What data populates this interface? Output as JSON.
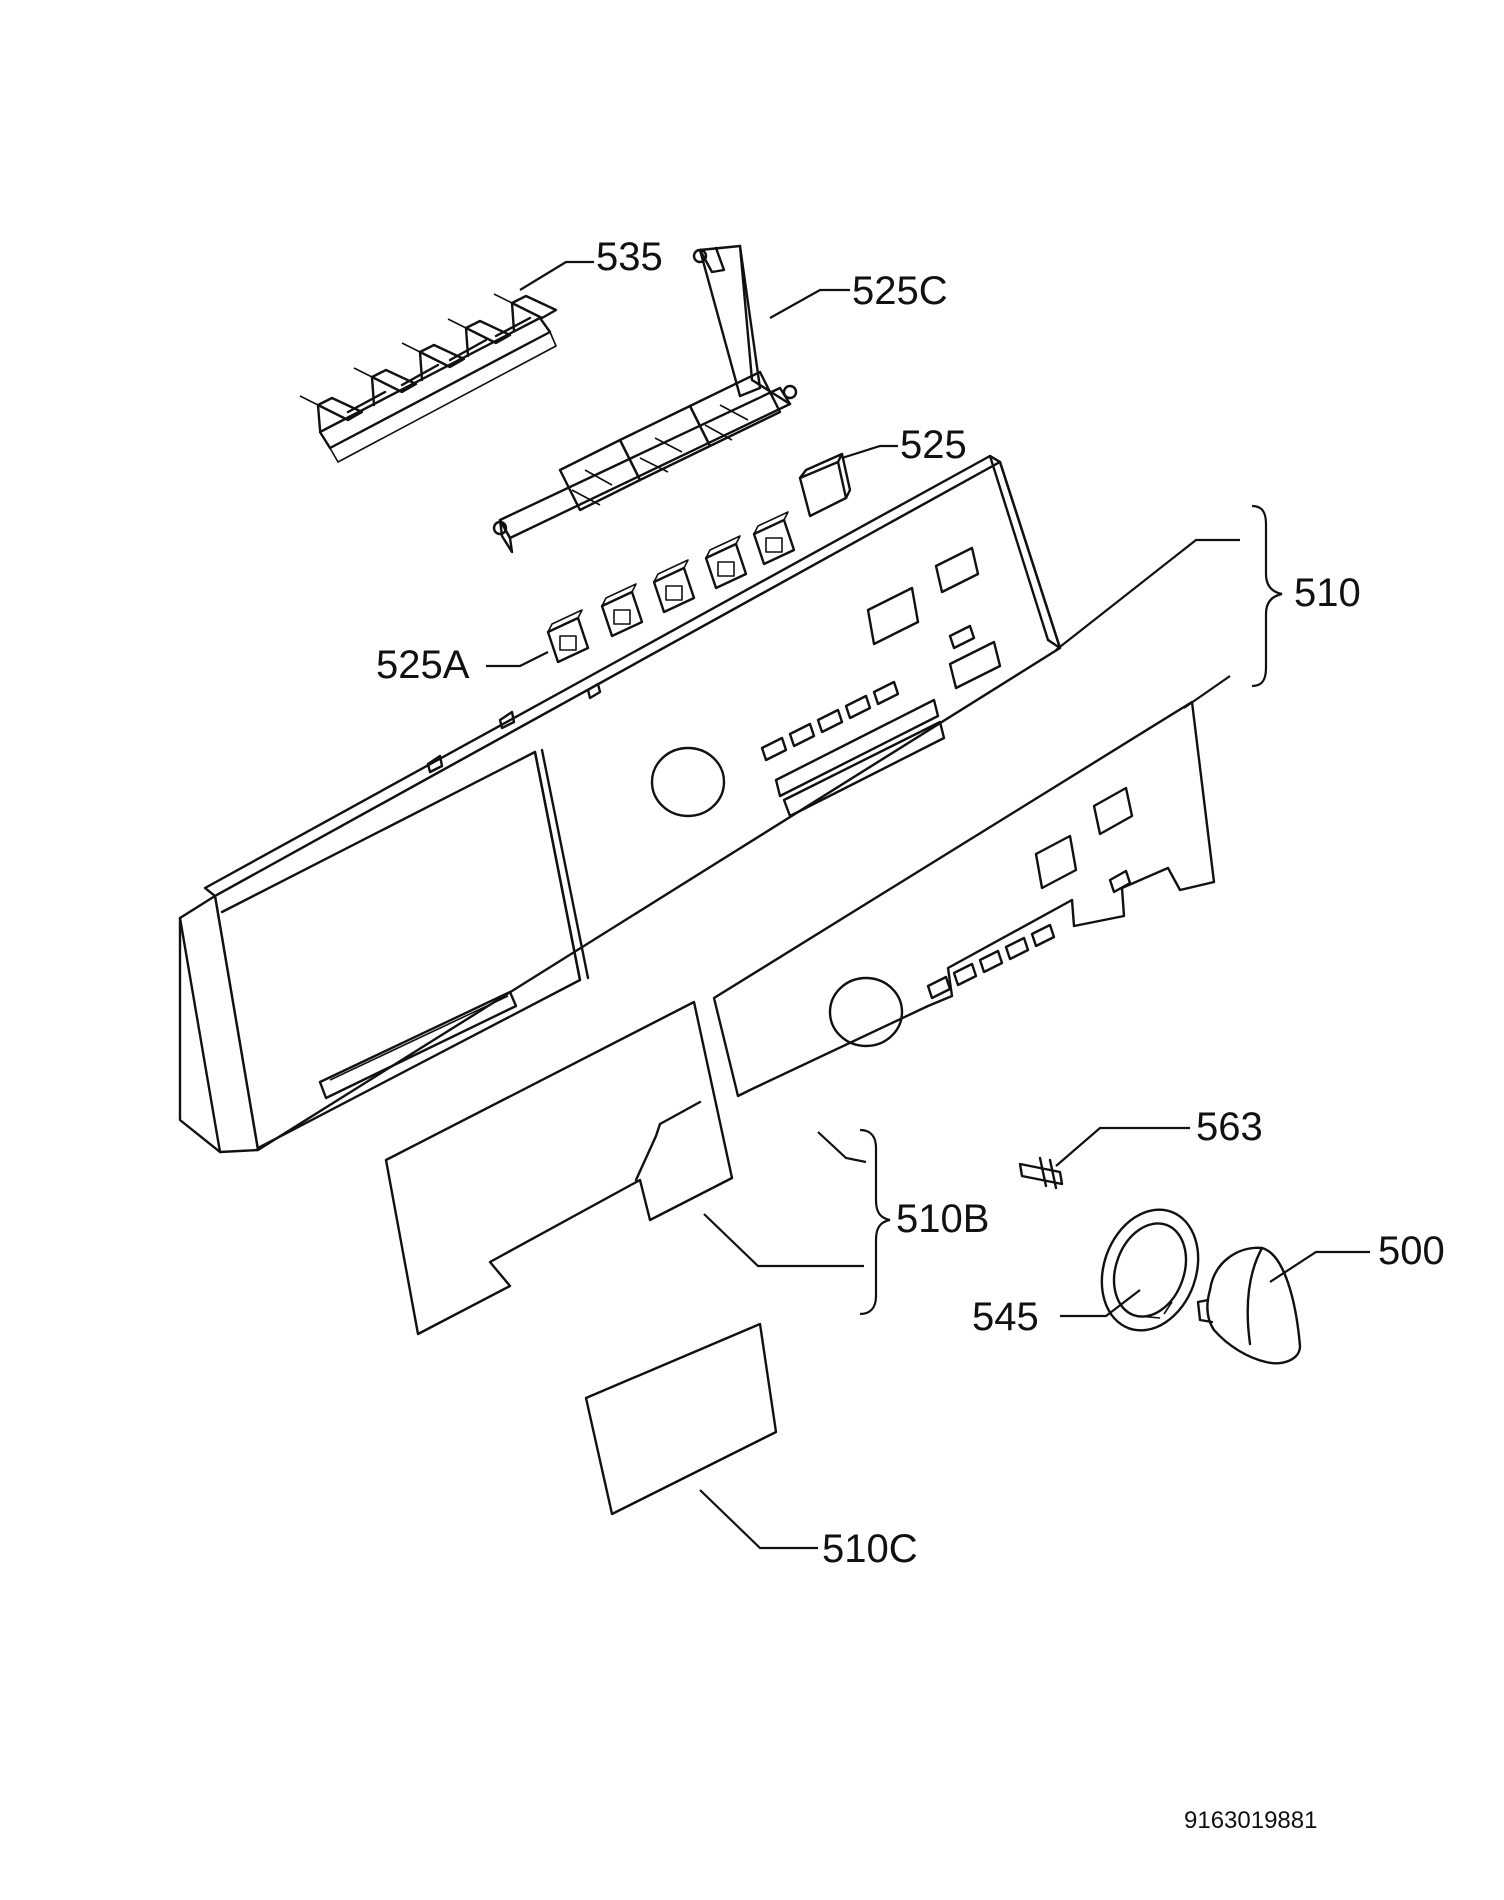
{
  "labels": {
    "l535": "535",
    "l525c": "525C",
    "l525": "525",
    "l510": "510",
    "l525a": "525A",
    "l563": "563",
    "l510b": "510B",
    "l500": "500",
    "l545": "545",
    "l510c": "510C"
  },
  "doc_number": "9163019881"
}
